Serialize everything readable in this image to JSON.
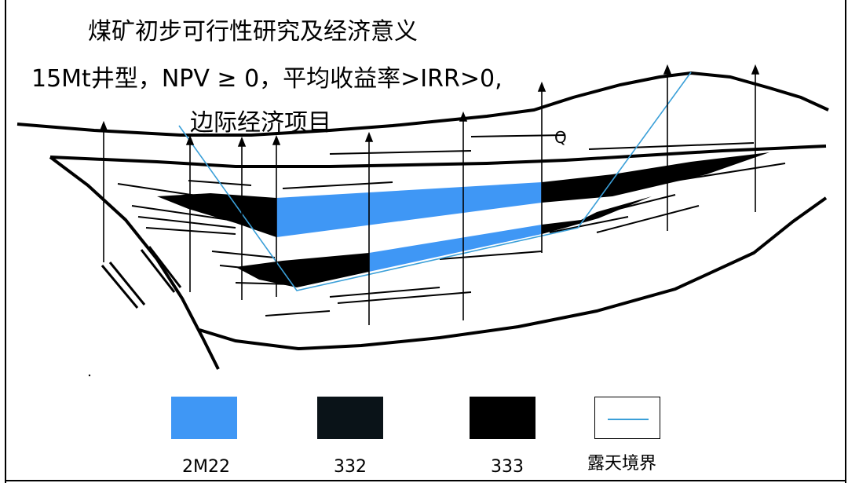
{
  "title": {
    "line1": "煤矿初步可行性研究及经济意义",
    "line2": "15Mt井型，NPV ≥ 0，平均收益率>IRR>0,",
    "line3": "边际经济项目"
  },
  "diagram": {
    "quaternary_label": "Q",
    "colors": {
      "resource_2m22": "#3f97f5",
      "resource_332": "#0a1318",
      "resource_333": "#000000",
      "open_pit_boundary": "#3a9fd8",
      "strata": "#000000"
    }
  },
  "legend": [
    {
      "label": "2M22",
      "color": "#3f97f5"
    },
    {
      "label": "332",
      "color": "#0a1318"
    },
    {
      "label": "333",
      "color": "#000000"
    },
    {
      "label": "露天境界",
      "color": "#3a9fd8"
    }
  ]
}
